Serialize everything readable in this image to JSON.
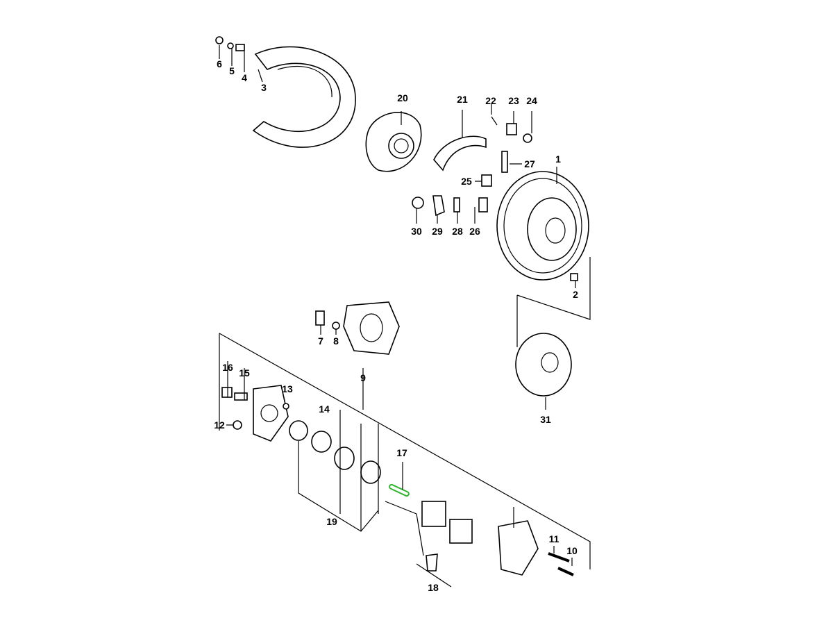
{
  "diagram": {
    "title": "Rear brake exploded parts diagram",
    "highlight_color": "#2db52d",
    "highlighted_part": "17",
    "part_labels": [
      "1",
      "2",
      "3",
      "4",
      "5",
      "6",
      "7",
      "8",
      "9",
      "10",
      "11",
      "12",
      "13",
      "14",
      "15",
      "16",
      "17",
      "18",
      "19",
      "20",
      "21",
      "22",
      "23",
      "24",
      "25",
      "26",
      "27",
      "28",
      "29",
      "30",
      "31"
    ]
  }
}
